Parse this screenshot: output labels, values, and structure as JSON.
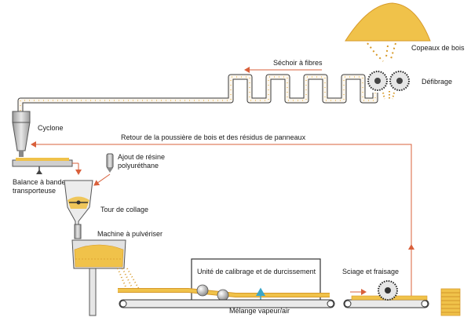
{
  "labels": {
    "copeaux": "Copeaux de bois",
    "defibrage": "Défibrage",
    "sechoir": "Séchoir à fibres",
    "cyclone": "Cyclone",
    "retour": "Retour de la poussière de bois et des résidus de panneaux",
    "resine_1": "Ajout de résine",
    "resine_2": "polyuréthane",
    "balance_1": "Balance à bande",
    "balance_2": "transporteuse",
    "tour": "Tour de collage",
    "machine": "Machine à pulvériser",
    "unite": "Unité de calibrage et de durcissement",
    "melange": "Mélange vapeur/air",
    "sciage": "Sciage et fraisage"
  },
  "colors": {
    "line": "#3a3a3a",
    "arrow": "#d9603b",
    "steam_arrow": "#3aa6c9",
    "fibre": "#f0c24a",
    "fibre_dark": "#d79a2a",
    "metal": "#c8c8c8"
  }
}
